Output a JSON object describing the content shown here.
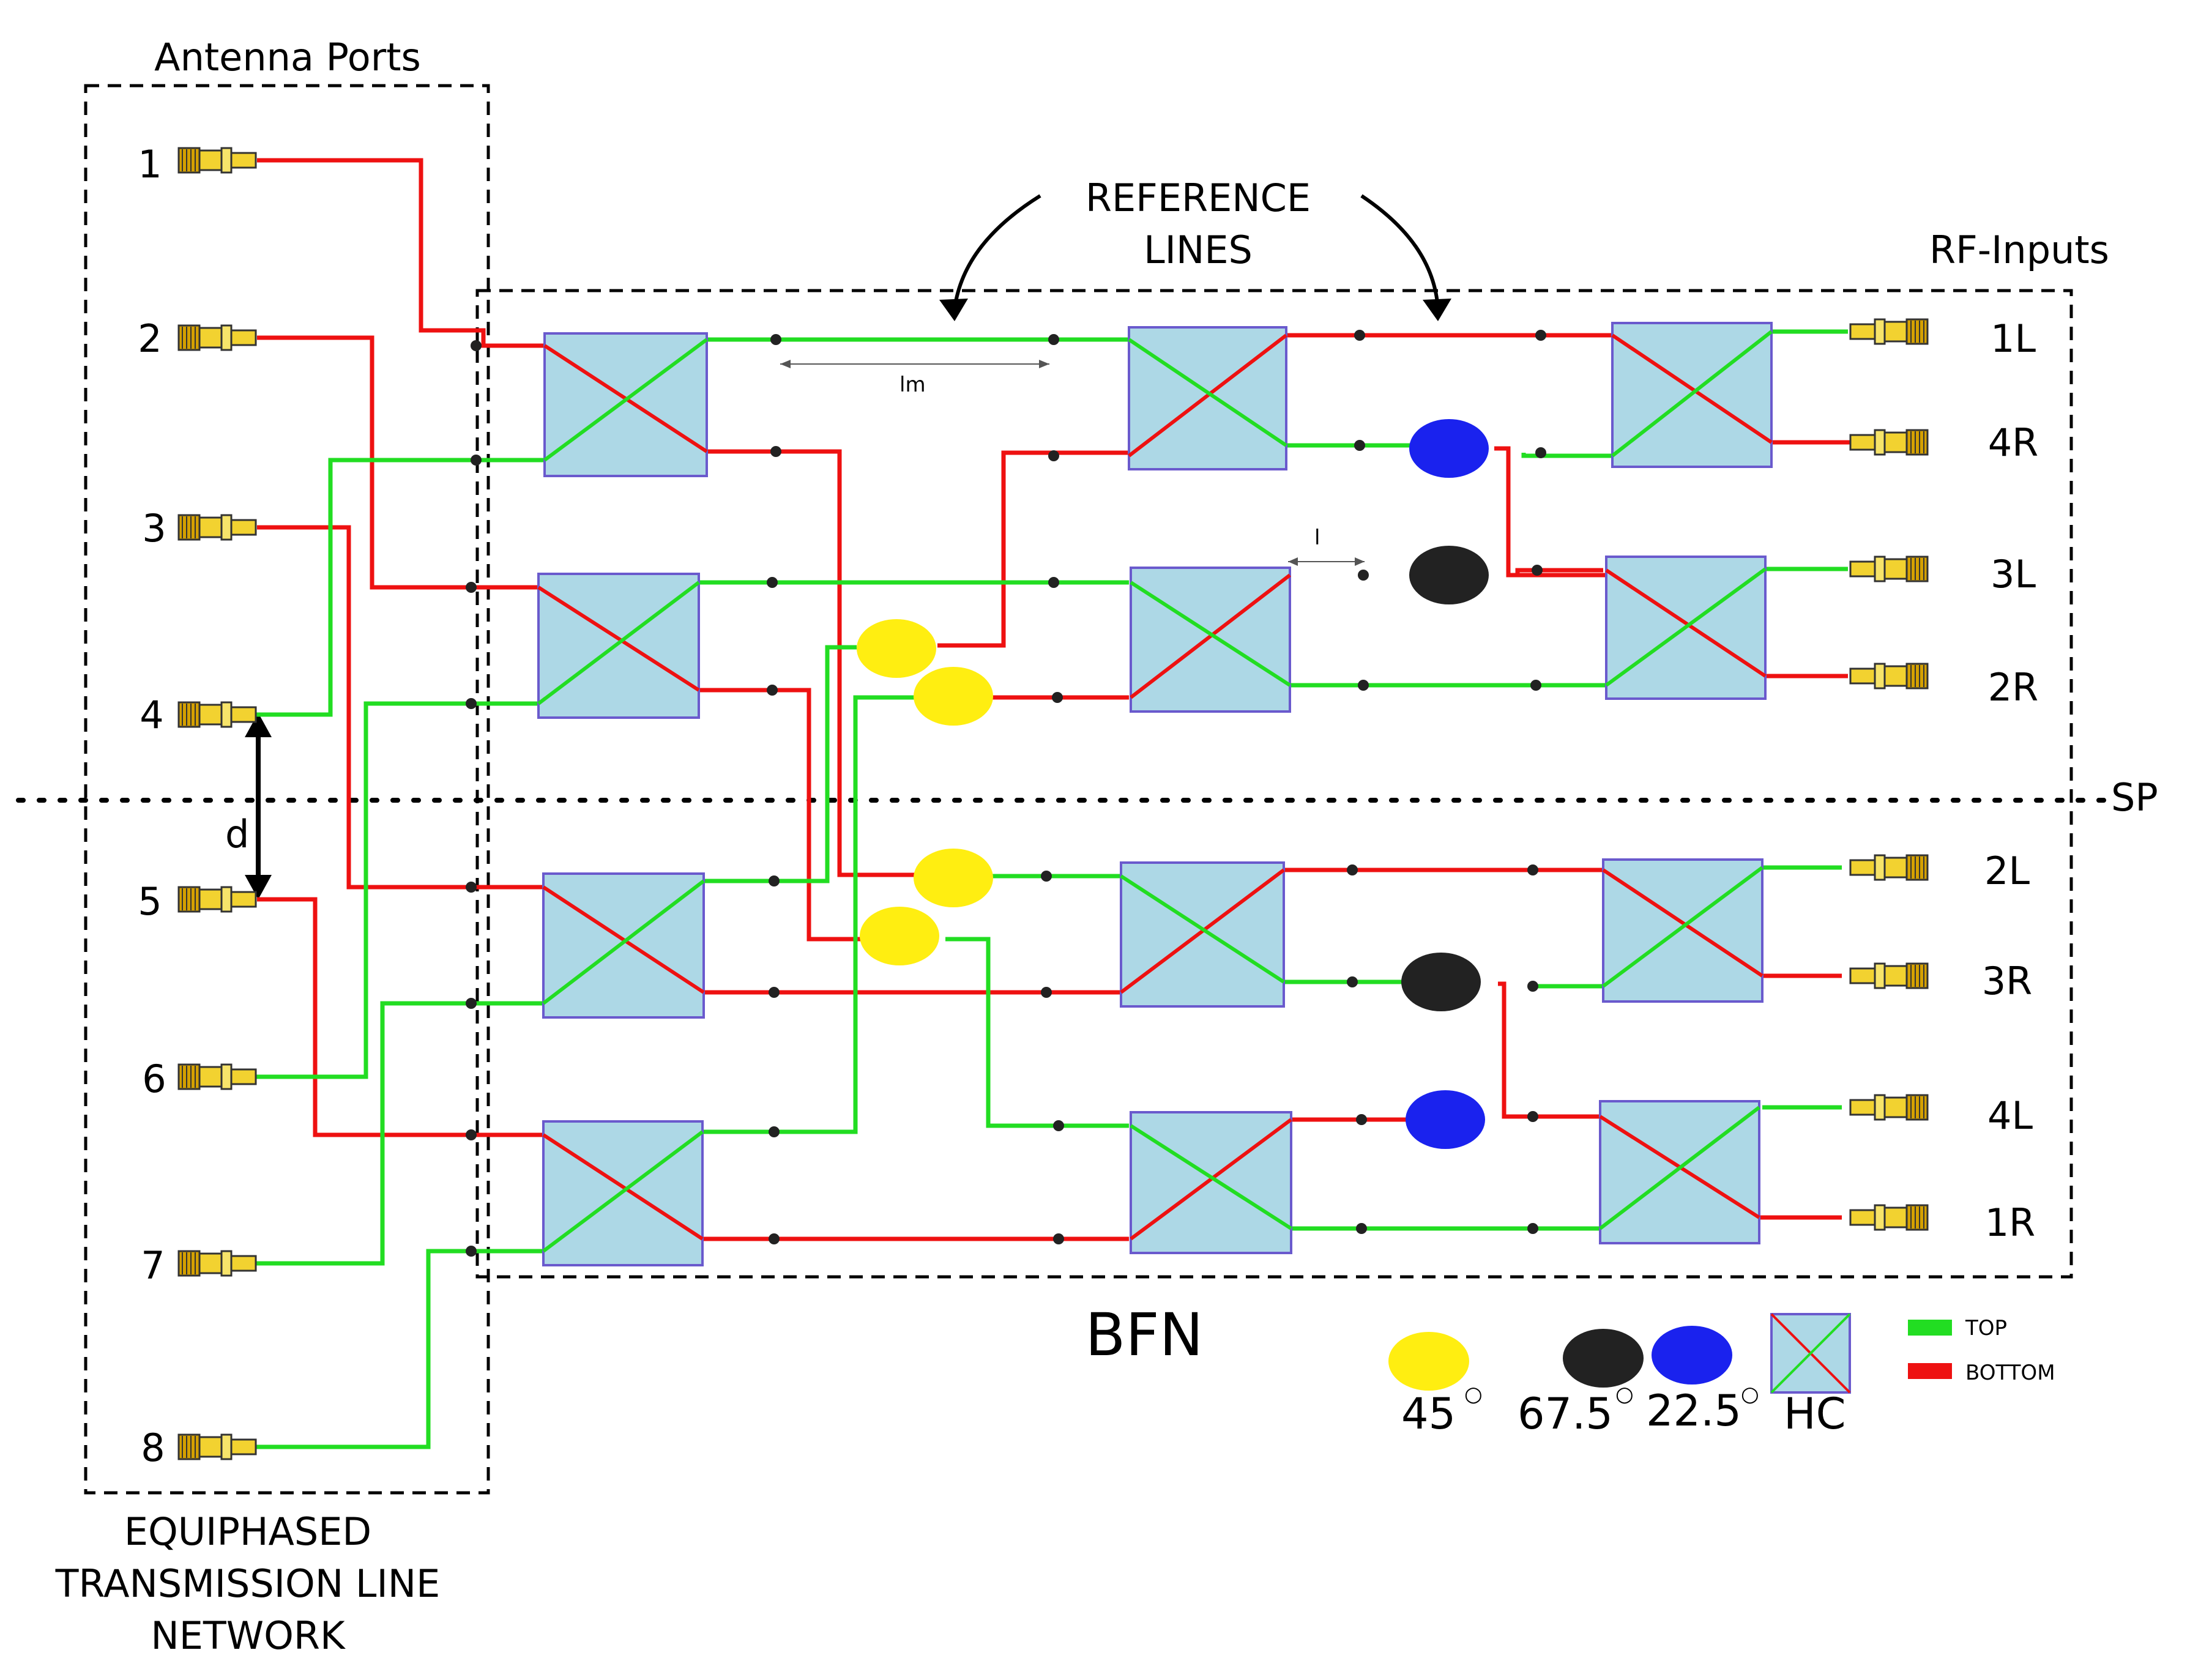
{
  "labels": {
    "antenna_ports": "Antenna Ports",
    "reference_lines_1": "REFERENCE",
    "reference_lines_2": "LINES",
    "rf_inputs": "RF-Inputs",
    "bfn": "BFN",
    "sp": "SP",
    "d": "d",
    "lm": "lm",
    "l": "l",
    "equiphased_1": "EQUIPHASED",
    "equiphased_2": "TRANSMISSION LINE",
    "equiphased_3": "NETWORK"
  },
  "antenna_ports": [
    "1",
    "2",
    "3",
    "4",
    "5",
    "6",
    "7",
    "8"
  ],
  "rf_inputs": [
    "1L",
    "4R",
    "3L",
    "2R",
    "2L",
    "3R",
    "4L",
    "1R"
  ],
  "legend": {
    "phase_45": "45",
    "phase_67_5": "67.5",
    "phase_22_5": "22.5",
    "hc": "HC",
    "top": "TOP",
    "bottom": "BOTTOM",
    "degree_mark": "○"
  },
  "colors": {
    "top_trace": "#22dd22",
    "bottom_trace": "#ee1111",
    "hybrid_coupler": "#add8e6",
    "shifter_45": "#ffee11",
    "shifter_67_5": "#222222",
    "shifter_22_5": "#1a22ee",
    "connector": "#e8c000"
  }
}
